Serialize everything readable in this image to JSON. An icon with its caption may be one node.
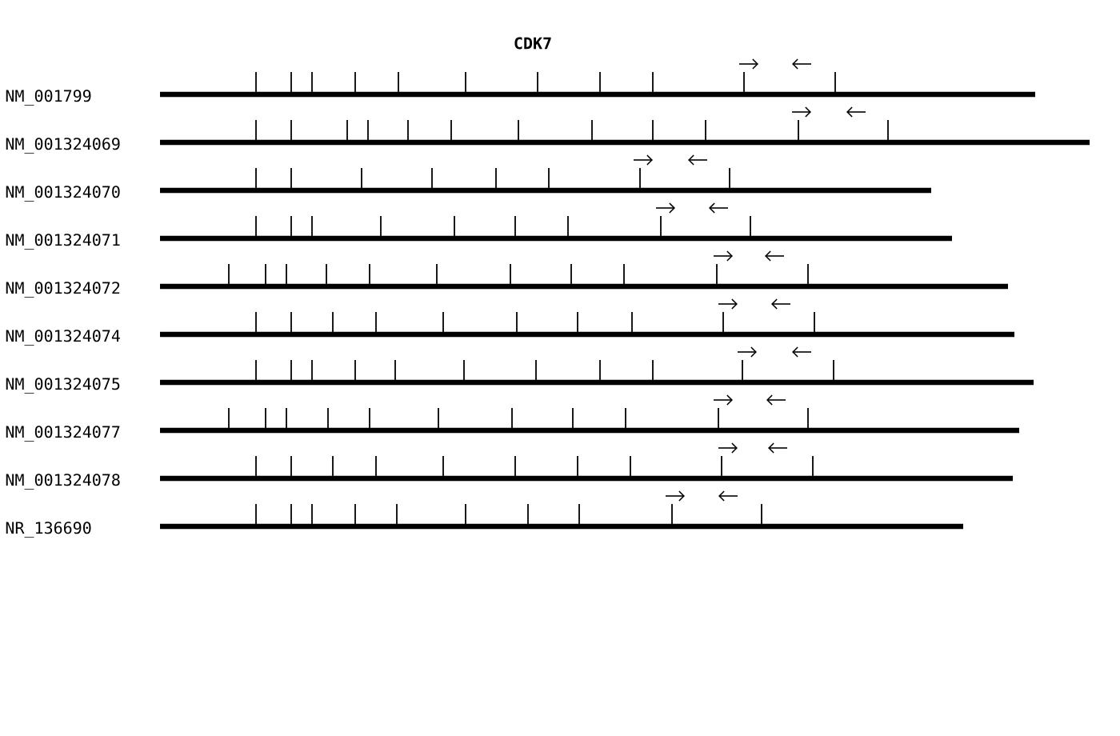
{
  "diagram": {
    "title": "CDK7",
    "labels": [
      "NM_001799",
      "NM_001324069",
      "NM_001324070",
      "NM_001324071",
      "NM_001324072",
      "NM_001324074",
      "NM_001324075",
      "NM_001324077",
      "NM_001324078",
      "NR_136690"
    ]
  }
}
